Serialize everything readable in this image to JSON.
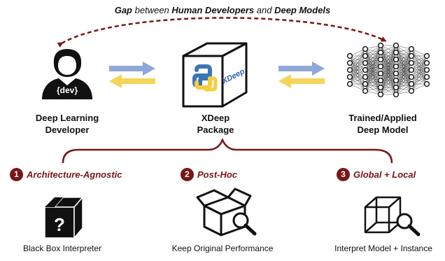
{
  "title": {
    "gap": "Gap",
    "between": " between ",
    "human": "Human Developers",
    "and": " and ",
    "models": "Deep Models"
  },
  "nodes": {
    "developer": {
      "line1": "Deep Learning",
      "line2": "Developer",
      "tag": "{dev}"
    },
    "package": {
      "line1": "XDeep",
      "line2": "Package",
      "box_text": "XDeep"
    },
    "model": {
      "line1": "Trained/Applied",
      "line2": "Deep Model"
    }
  },
  "features": [
    {
      "number": "1",
      "label": "Architecture-Agnostic",
      "caption": "Black Box Interpreter",
      "glyph": "?"
    },
    {
      "number": "2",
      "label": "Post-Hoc",
      "caption": "Keep Original Performance"
    },
    {
      "number": "3",
      "label": "Global + Local",
      "caption": "Interpret Model + Instance"
    }
  ],
  "colors": {
    "accent": "#7a1616",
    "arrow_blue": "#8fa8d8",
    "arrow_yellow": "#f5d45a",
    "python_blue": "#3a76b5",
    "python_yellow": "#f6cd3c",
    "xdeep_blue": "#2f62b0"
  },
  "icons": [
    "person-icon",
    "python-logo-icon",
    "neural-network-icon",
    "black-box-icon",
    "open-box-icon",
    "magnifier-icon",
    "wireframe-cube-icon"
  ]
}
